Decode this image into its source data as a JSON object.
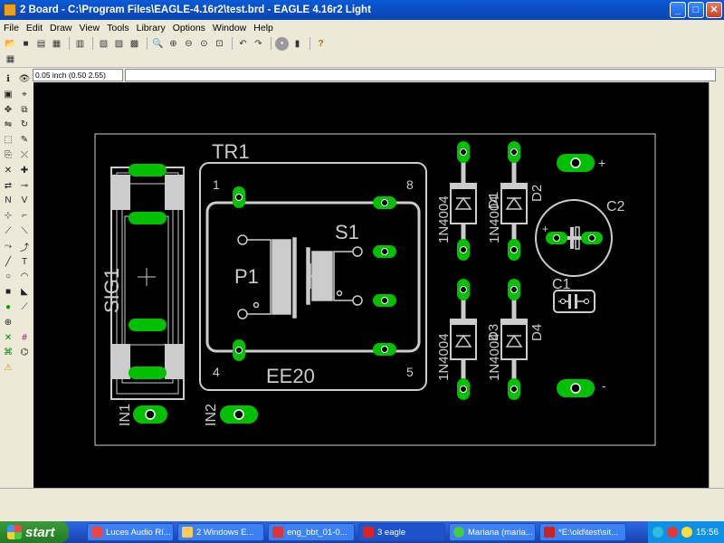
{
  "window": {
    "title": "2 Board - C:\\Program Files\\EAGLE-4.16r2\\test.brd - EAGLE 4.16r2 Light"
  },
  "menu": [
    "File",
    "Edit",
    "Draw",
    "View",
    "Tools",
    "Library",
    "Options",
    "Window",
    "Help"
  ],
  "coord_readout": "0.05 inch (0.50 2.55)",
  "board": {
    "labels": {
      "tr1": "TR1",
      "ee20": "EE20",
      "s1": "S1",
      "p1": "P1",
      "sig1": "SIG1",
      "in1": "IN1",
      "in2": "IN2",
      "pin1": "1",
      "pin4": "4",
      "pin5": "5",
      "pin8": "8",
      "c1": "C1",
      "c2": "C2",
      "plus": "+",
      "minus": "-",
      "plus_small": "+",
      "d1": "1N4004",
      "d2": "1N4004",
      "d3": "1N4004",
      "d4": "1N4004",
      "d2name": "D2",
      "d4name": "D4",
      "d1name": "D1",
      "d3name": "D3"
    }
  },
  "taskbar": {
    "start": "start",
    "tasks": [
      "Luces Audio Rí...",
      "2 Windows E...",
      "eng_bbt_01-0...",
      "3 eagle",
      "Mariana (maria...",
      "*E:\\old\\test\\sit..."
    ],
    "clock": "15:56"
  },
  "colors": {
    "pad": "#00c000",
    "silk": "#cccccc",
    "canvas": "#000000"
  }
}
